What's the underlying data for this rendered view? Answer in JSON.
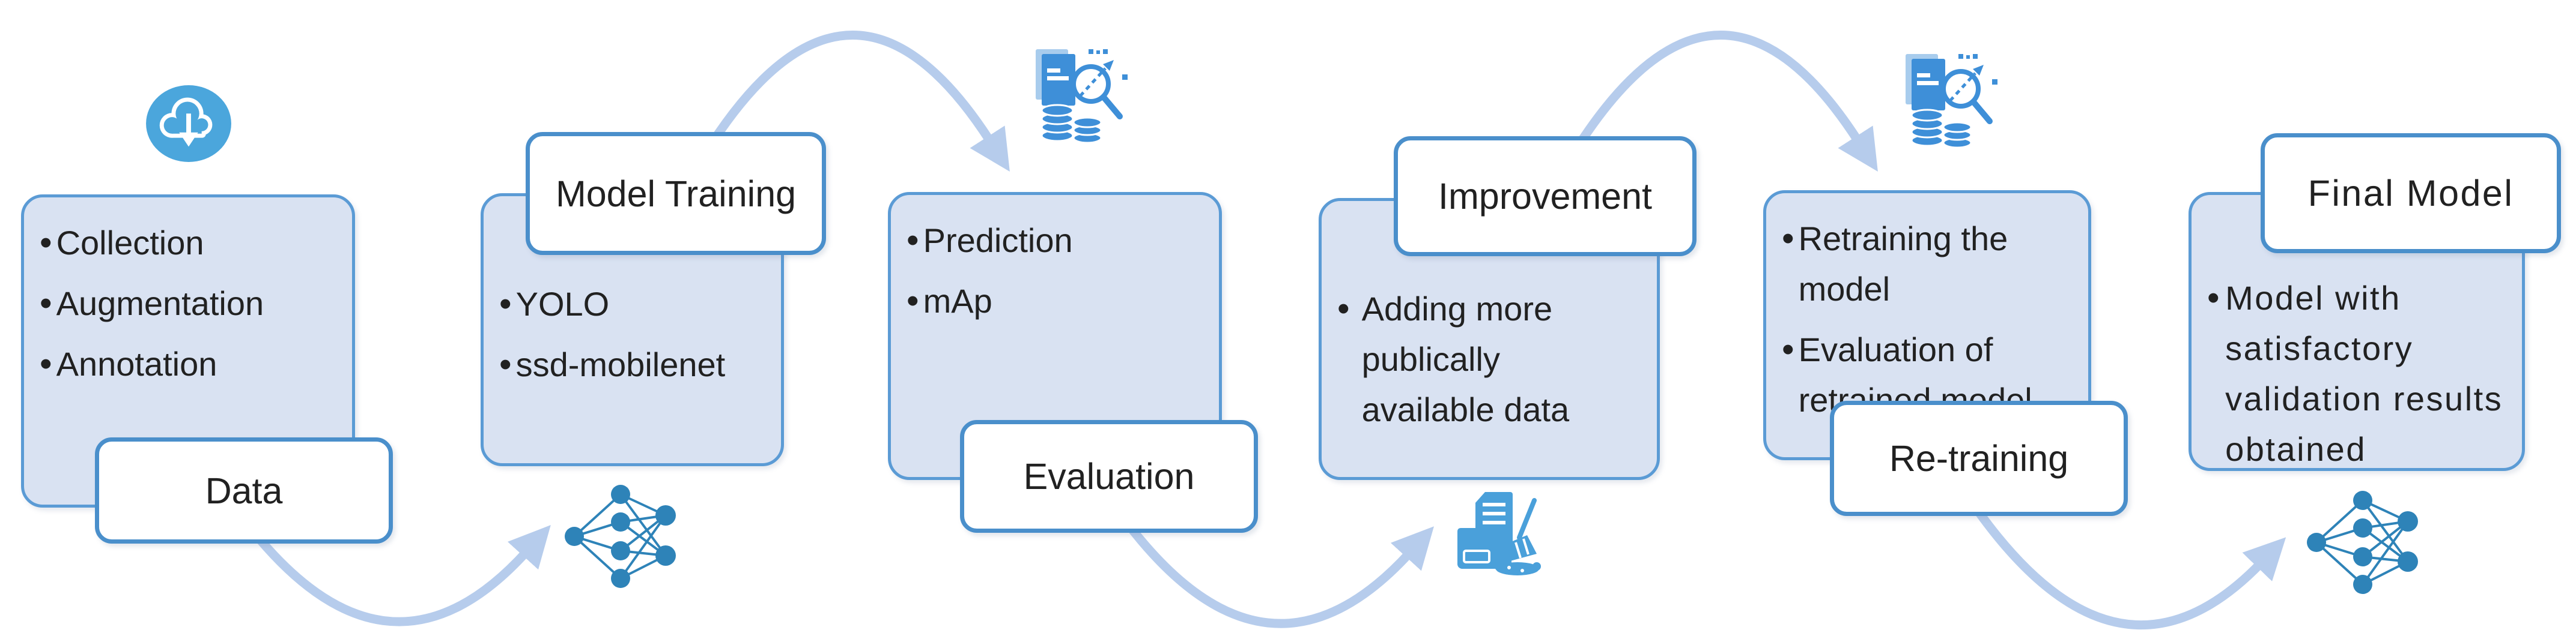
{
  "diagram": {
    "type": "process-flow",
    "topic": "object detection model development pipeline"
  },
  "bullet_char": "•",
  "colors": {
    "body_fill": "#D9E2F2",
    "body_border": "#5B9BD5",
    "label_fill": "#FFFFFF",
    "label_border": "#4A8FCB",
    "arrow": "#B6CCEC",
    "text": "#212121",
    "cloud_icon": "#4BA6DC",
    "analysis_icon": "#3E8FD8",
    "neural_icon": "#2E83B8",
    "cleaning_icon": "#4AA0DA"
  },
  "stages": [
    {
      "id": "data",
      "label": "Data",
      "label_position": "bottom",
      "bullets": [
        "Collection",
        "Augmentation",
        "Annotation"
      ],
      "icon": "cloud-download",
      "icon_position": "above"
    },
    {
      "id": "model-training",
      "label": "Model Training",
      "label_position": "top",
      "bullets": [
        "YOLO",
        "ssd-mobilenet"
      ],
      "icon": "neural-network",
      "icon_position": "below"
    },
    {
      "id": "evaluation",
      "label": "Evaluation",
      "label_position": "bottom",
      "bullets": [
        "Prediction",
        "mAp"
      ],
      "icon": "data-analysis",
      "icon_position": "above"
    },
    {
      "id": "improvement",
      "label": "Improvement",
      "label_position": "top",
      "bullets": [
        "Adding more publically available data"
      ],
      "icon": "data-cleaning",
      "icon_position": "below"
    },
    {
      "id": "re-training",
      "label": "Re-training",
      "label_position": "bottom",
      "bullets": [
        "Retraining the model",
        "Evaluation of retrained model"
      ],
      "icon": "data-analysis",
      "icon_position": "above"
    },
    {
      "id": "final-model",
      "label": "Final Model",
      "label_position": "top",
      "bullets": [
        "Model with satisfactory validation results obtained"
      ],
      "icon": "neural-network",
      "icon_position": "below"
    }
  ],
  "flow": [
    {
      "from": "Data",
      "to": "Model Training"
    },
    {
      "from": "Model Training",
      "to": "Evaluation"
    },
    {
      "from": "Evaluation",
      "to": "Improvement"
    },
    {
      "from": "Improvement",
      "to": "Re-training"
    },
    {
      "from": "Re-training",
      "to": "Final Model"
    }
  ]
}
